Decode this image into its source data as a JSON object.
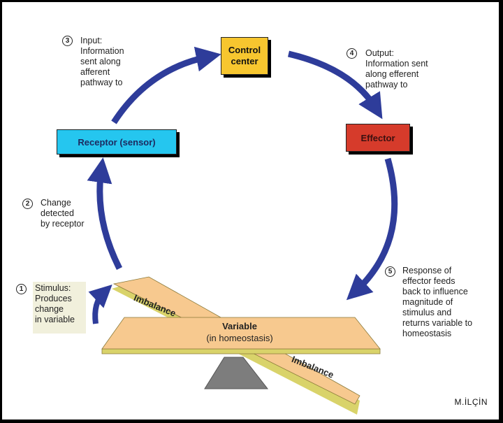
{
  "boxes": {
    "control_center": "Control center",
    "receptor": "Receptor (sensor)",
    "effector": "Effector"
  },
  "steps": [
    {
      "num": "1",
      "text": [
        "Stimulus:",
        "Produces",
        "change",
        "in variable"
      ]
    },
    {
      "num": "2",
      "text": [
        "Change",
        "detected",
        "by receptor"
      ]
    },
    {
      "num": "3",
      "text": [
        "Input:",
        "Information",
        "sent along",
        "afferent",
        "pathway to"
      ]
    },
    {
      "num": "4",
      "text": [
        "Output:",
        "Information sent",
        "along efferent",
        "pathway to"
      ]
    },
    {
      "num": "5",
      "text": [
        "Response of",
        "effector feeds",
        "back to influence",
        "magnitude of",
        "stimulus and",
        "returns variable to",
        "homeostasis"
      ]
    }
  ],
  "seesaw": {
    "variable": "Variable",
    "variable_sub": "(in homeostasis)",
    "imbalance_left": "Imbalance",
    "imbalance_right": "Imbalance"
  },
  "colors": {
    "arrow": "#2e3c9a",
    "control_center": "#f7c62f",
    "receptor": "#25c6ef",
    "effector": "#d63b2b",
    "board": "#f7c98f",
    "board_edge": "#d9d36a"
  },
  "signature": "M.İLÇİN"
}
